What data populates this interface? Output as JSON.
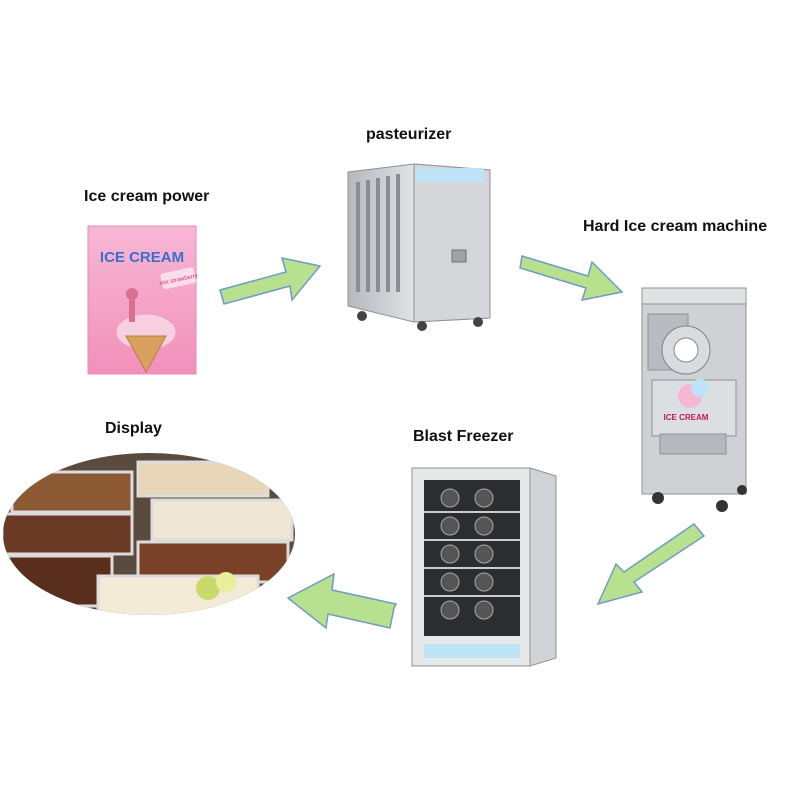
{
  "steps": [
    {
      "id": "powder",
      "label": "Ice cream power"
    },
    {
      "id": "pasteurizer",
      "label": "pasteurizer"
    },
    {
      "id": "hard_machine",
      "label": "Hard Ice cream machine"
    },
    {
      "id": "blast_freezer",
      "label": "Blast Freezer"
    },
    {
      "id": "display",
      "label": "Display"
    }
  ],
  "packet": {
    "brand": "ICE CREAM",
    "flavor": "mix strawberry"
  },
  "machine_badge": "ICE CREAM",
  "flow": [
    "powder",
    "pasteurizer",
    "hard_machine",
    "blast_freezer",
    "display"
  ],
  "colors": {
    "arrow_fill": "#b7e08f",
    "arrow_stroke": "#6e9cc4",
    "steel": "#c9ccd0",
    "packet_pink": "#f4a7c8"
  }
}
